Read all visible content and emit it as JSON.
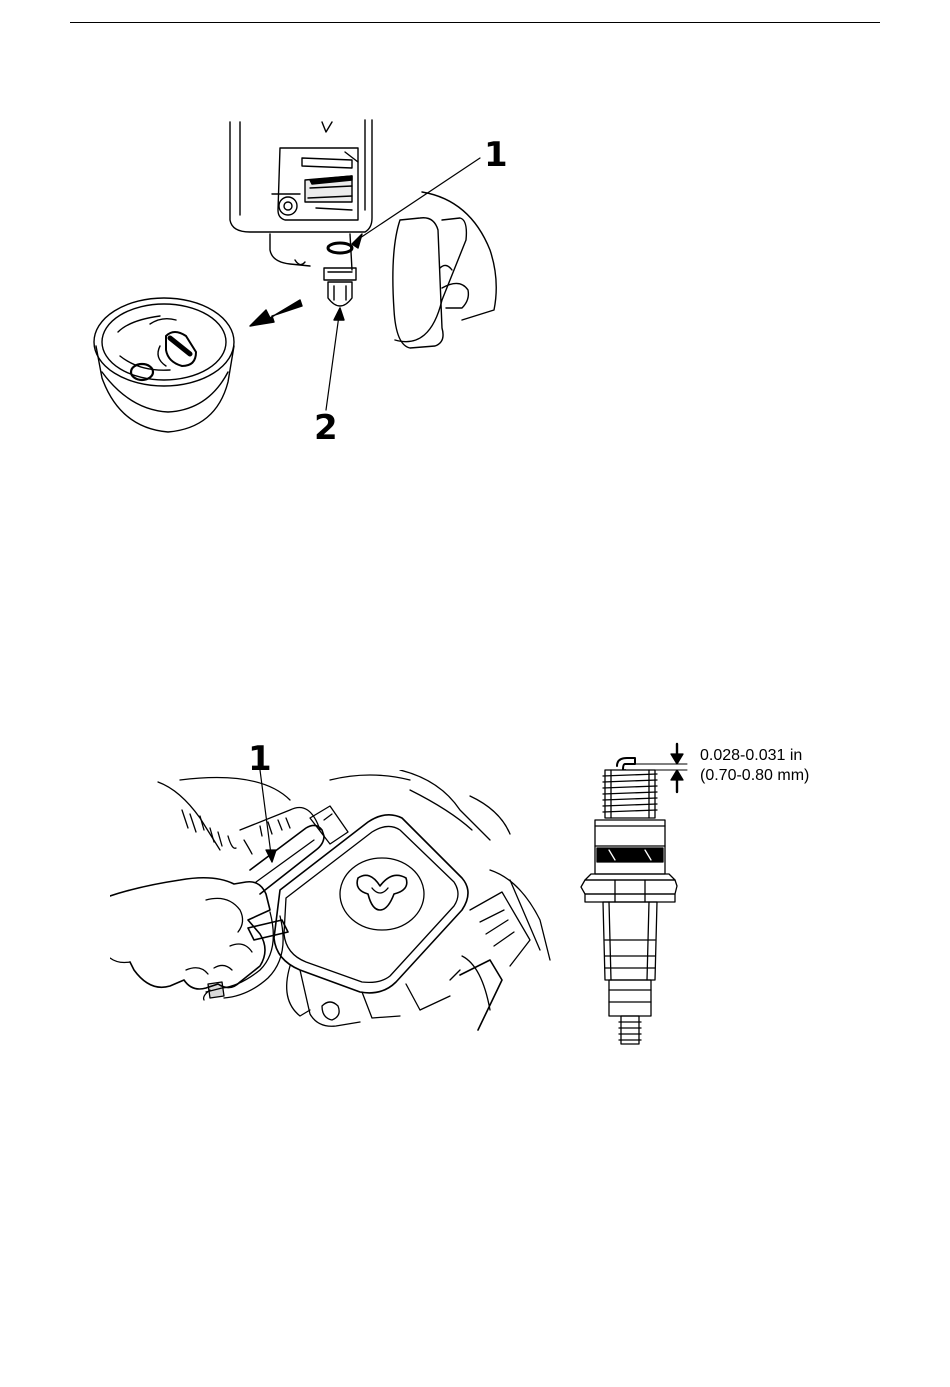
{
  "figure_sediment_cup": {
    "callout_1": "1",
    "callout_2": "2",
    "icons": [
      "sediment-cup-icon",
      "o-ring-icon",
      "fuel-valve-icon",
      "direction-arrow-icon"
    ]
  },
  "figure_spark_plug_wrench": {
    "callout_1": "1",
    "icons": [
      "spark-plug-wrench-icon",
      "hand-icon",
      "engine-icon"
    ]
  },
  "figure_spark_plug_gap": {
    "gap_inch": "0.028-0.031 in",
    "gap_mm": "(0.70-0.80 mm)",
    "icons": [
      "spark-plug-icon",
      "gap-arrow-down-icon",
      "gap-arrow-up-icon"
    ]
  }
}
